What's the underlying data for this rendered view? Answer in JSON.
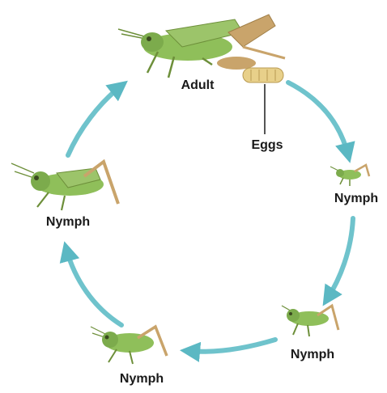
{
  "diagram": {
    "stages": {
      "adult": "Adult",
      "eggs": "Eggs",
      "nymph_right": "Nymph",
      "nymph_lower_right": "Nymph",
      "nymph_bottom": "Nymph",
      "nymph_left": "Nymph"
    },
    "colors": {
      "arrow": "#6fc3cc",
      "insect_body": "#8fbf5a",
      "insect_dark": "#6d8f3a",
      "insect_leg": "#c9a46b",
      "egg": "#e8d08a",
      "line": "#555555"
    }
  }
}
